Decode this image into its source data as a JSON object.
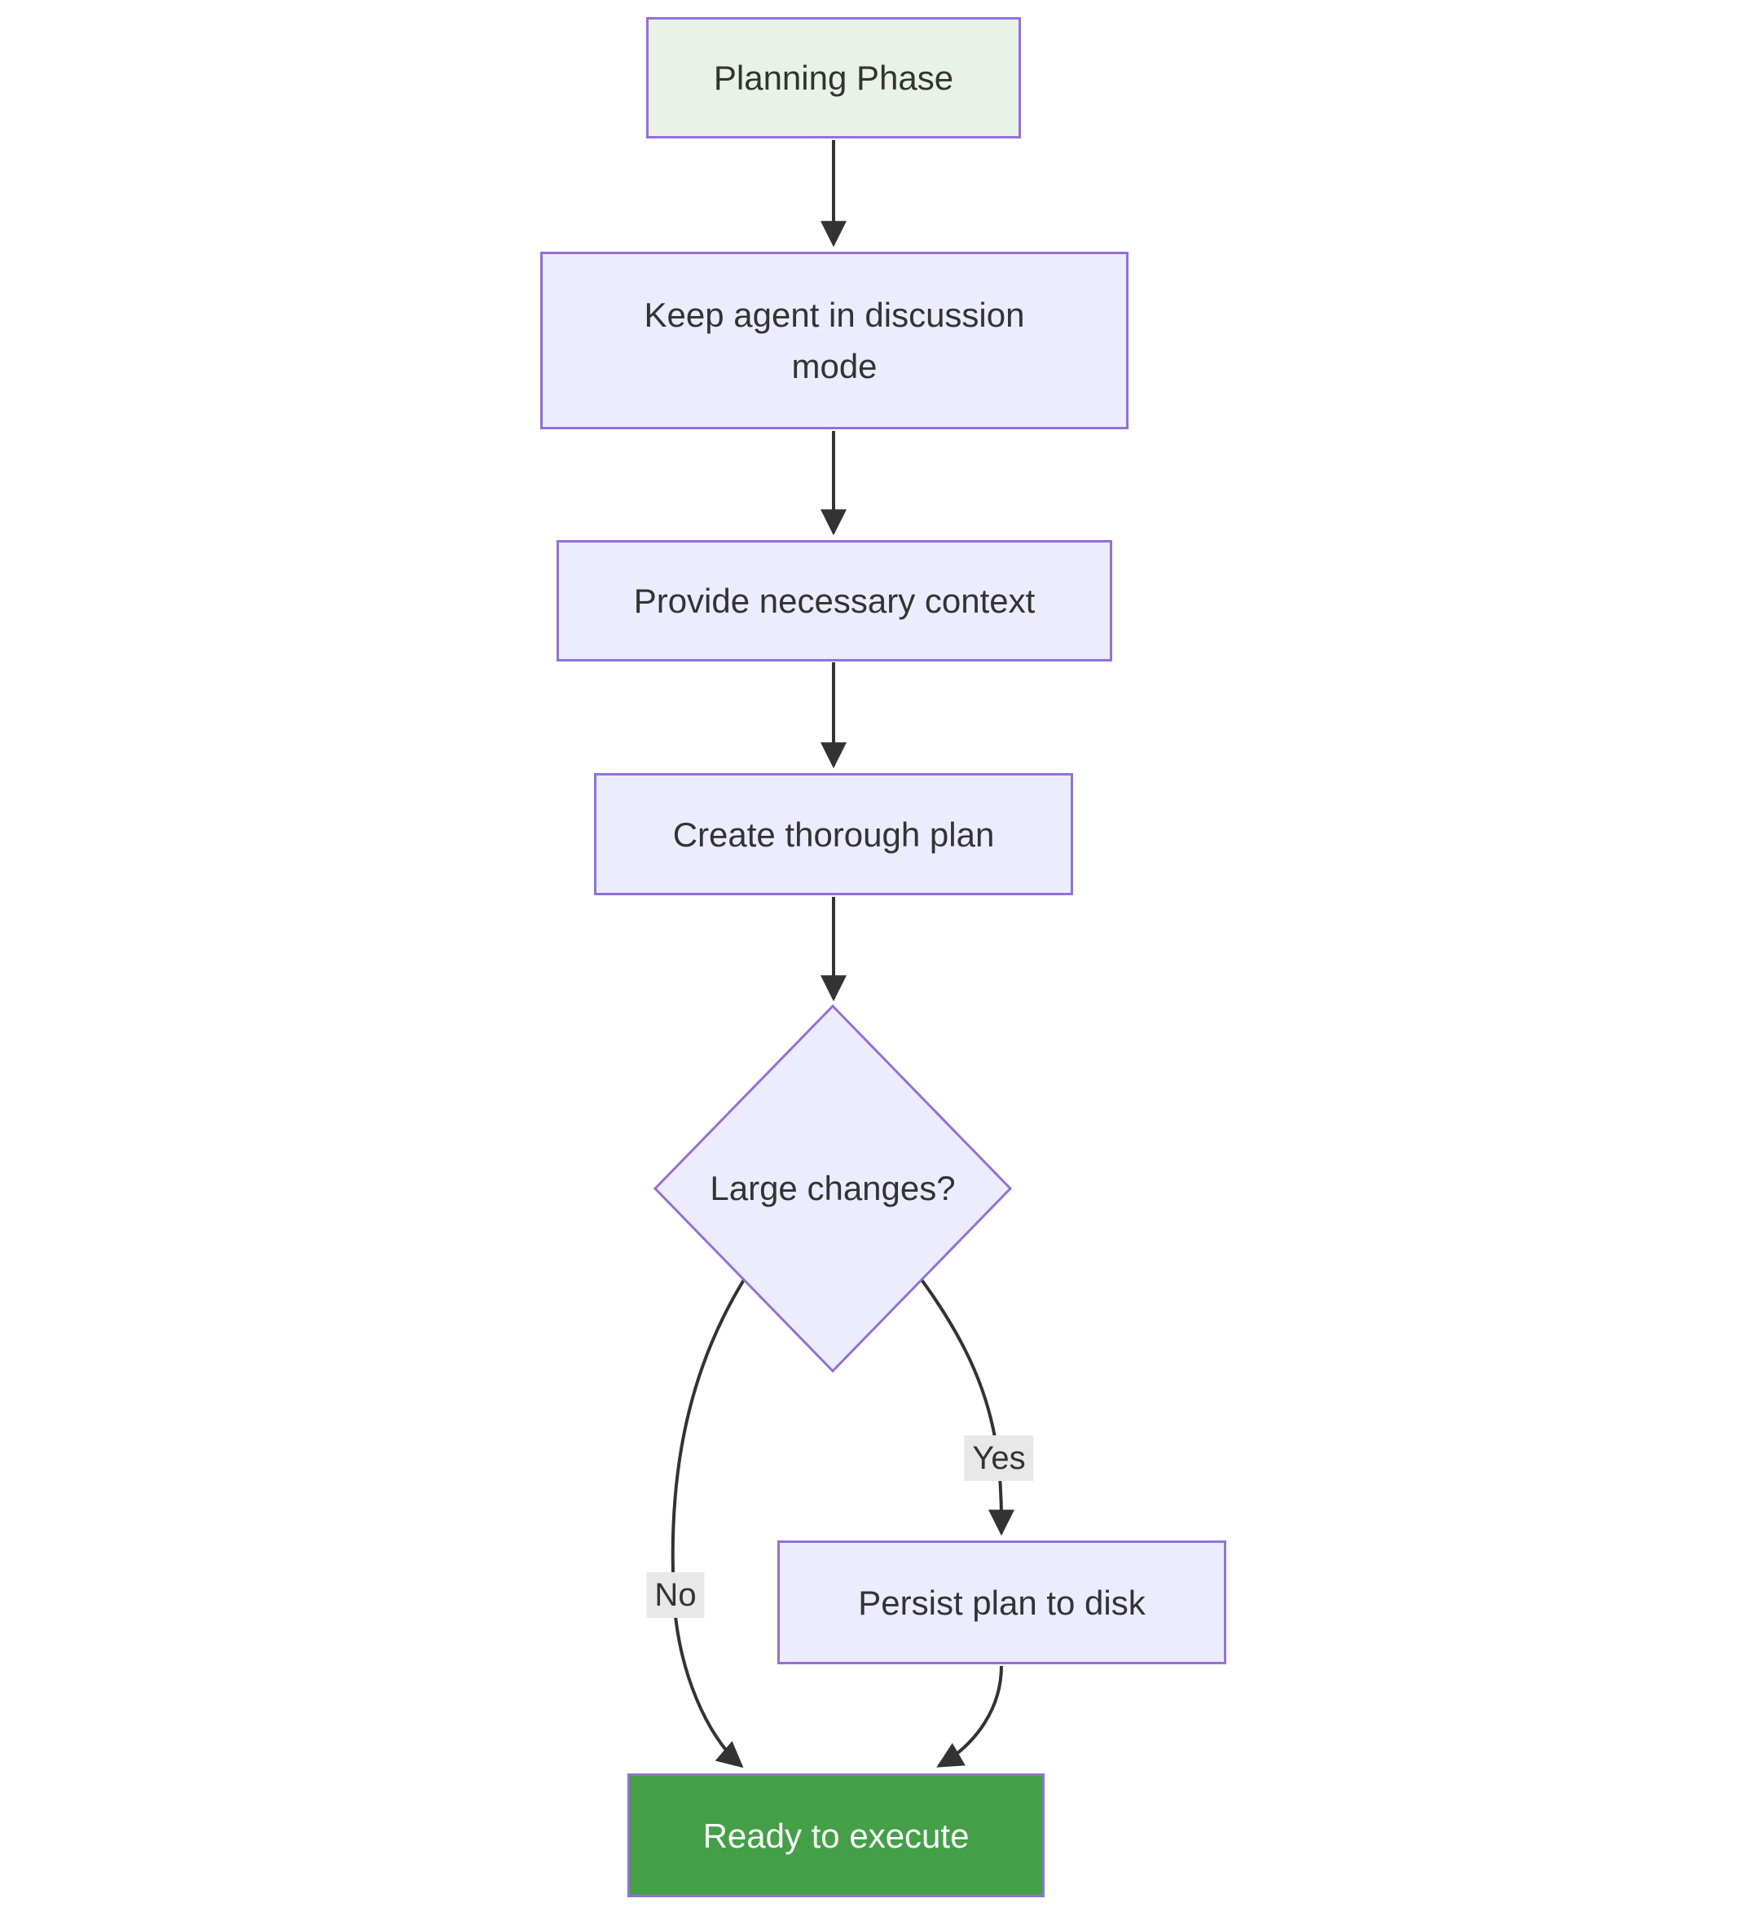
{
  "diagram": {
    "type": "flowchart",
    "direction": "top-down",
    "nodes": {
      "planning": {
        "label": "Planning Phase",
        "shape": "rect",
        "role": "start"
      },
      "discussion": {
        "label": "Keep agent in discussion mode",
        "shape": "rect",
        "role": "process"
      },
      "context": {
        "label": "Provide necessary context",
        "shape": "rect",
        "role": "process"
      },
      "plan": {
        "label": "Create thorough plan",
        "shape": "rect",
        "role": "process"
      },
      "decision": {
        "label": "Large changes?",
        "shape": "diamond",
        "role": "decision"
      },
      "persist": {
        "label": "Persist plan to disk",
        "shape": "rect",
        "role": "process"
      },
      "ready": {
        "label": "Ready to execute",
        "shape": "rect",
        "role": "end"
      }
    },
    "edges": [
      {
        "from": "planning",
        "to": "discussion",
        "label": ""
      },
      {
        "from": "discussion",
        "to": "context",
        "label": ""
      },
      {
        "from": "context",
        "to": "plan",
        "label": ""
      },
      {
        "from": "plan",
        "to": "decision",
        "label": ""
      },
      {
        "from": "decision",
        "to": "persist",
        "label": "Yes"
      },
      {
        "from": "decision",
        "to": "ready",
        "label": "No"
      },
      {
        "from": "persist",
        "to": "ready",
        "label": ""
      }
    ],
    "edge_labels": {
      "yes": "Yes",
      "no": "No"
    },
    "colors": {
      "canvas_bg": "#FFFFFF",
      "node_fill": "#ECECFF",
      "node_border": "#9370DB",
      "start_fill": "#E9F2E6",
      "end_fill": "#43A047",
      "end_text": "#FFFFFF",
      "edge": "#333333",
      "label_bg": "#E8E8E8",
      "text": "#333333"
    }
  }
}
